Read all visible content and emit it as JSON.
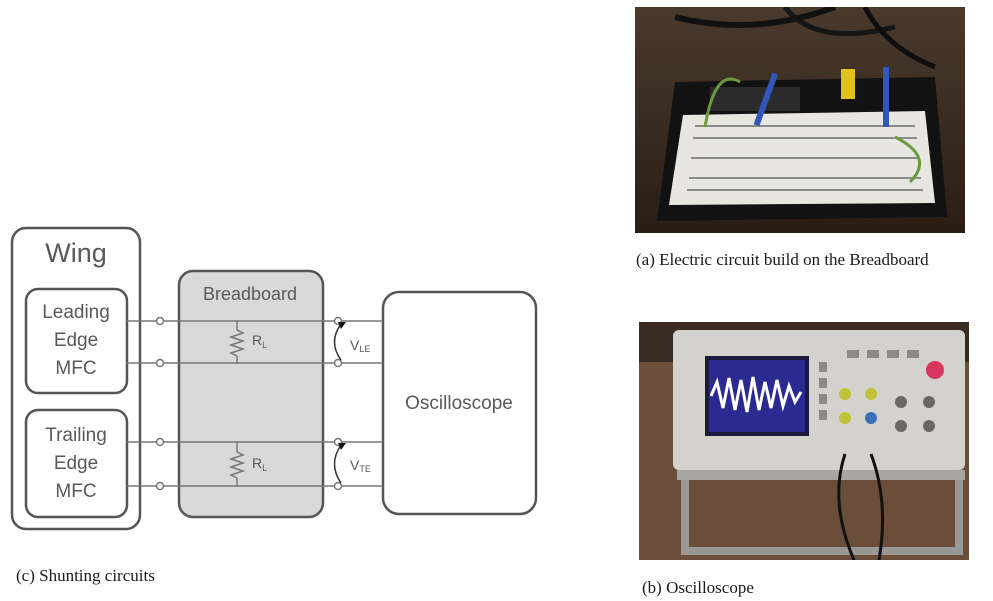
{
  "schematic": {
    "wing_label": "Wing",
    "leading": [
      "Leading",
      "Edge",
      "MFC"
    ],
    "trailing": [
      "Trailing",
      "Edge",
      "MFC"
    ],
    "breadboard_label": "Breadboard",
    "resistor_main": "R",
    "resistor_sub": "L",
    "v_le_main": "V",
    "v_le_sub": "LE",
    "v_te_main": "V",
    "v_te_sub": "TE",
    "oscilloscope_label": "Oscilloscope",
    "caption": "(c) Shunting circuits"
  },
  "photos": {
    "breadboard_caption": "(a) Electric circuit build on the Breadboard",
    "oscilloscope_caption": "(b) Oscilloscope"
  },
  "colors": {
    "outline": "#555555",
    "breadboard_fill": "#d9d9d9",
    "text": "#595959"
  }
}
